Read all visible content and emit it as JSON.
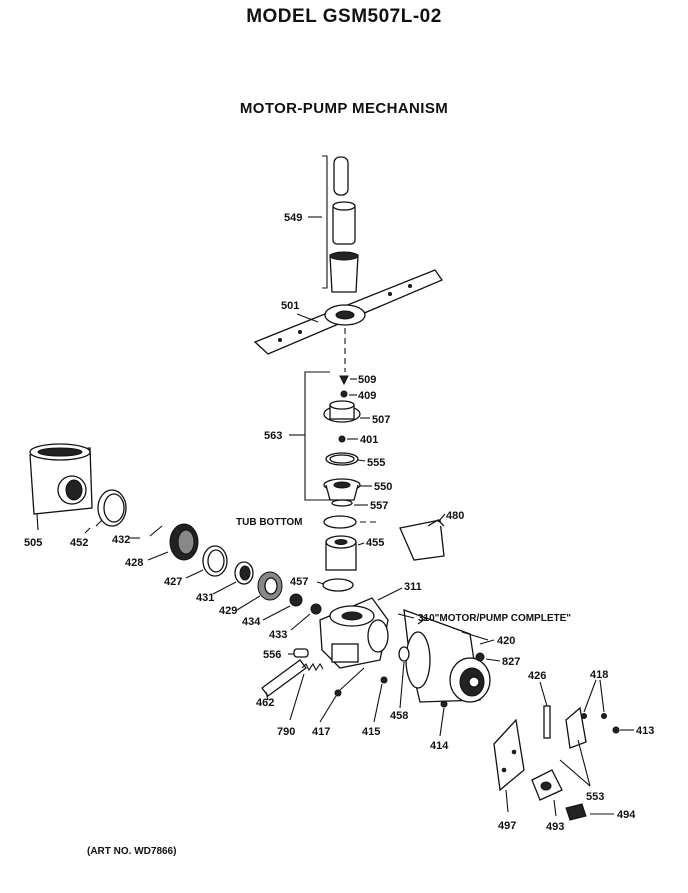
{
  "header": {
    "model_title": "MODEL GSM507L-02",
    "section_title": "MOTOR-PUMP MECHANISM"
  },
  "footer": {
    "art_number": "(ART NO. WD7866)"
  },
  "callouts": {
    "p549": "549",
    "p501": "501",
    "p509": "509",
    "p409": "409",
    "p507": "507",
    "p563": "563",
    "p401": "401",
    "p555": "555",
    "p550": "550",
    "p557": "557",
    "p505": "505",
    "p452": "452",
    "p432": "432",
    "p428": "428",
    "p427": "427",
    "p431": "431",
    "p429": "429",
    "p434": "434",
    "p433": "433",
    "p457": "457",
    "p455": "455",
    "p480": "480",
    "p311": "311",
    "p310": "310",
    "p420": "420",
    "p827": "827",
    "p556": "556",
    "p462": "462",
    "p790": "790",
    "p417": "417",
    "p415": "415",
    "p458": "458",
    "p414": "414",
    "p426": "426",
    "p418": "418",
    "p413": "413",
    "p553": "553",
    "p497": "497",
    "p493": "493",
    "p494": "494"
  },
  "captions": {
    "tub_bottom": "TUB BOTTOM",
    "motor_pump_complete": "\"MOTOR/PUMP COMPLETE\""
  }
}
